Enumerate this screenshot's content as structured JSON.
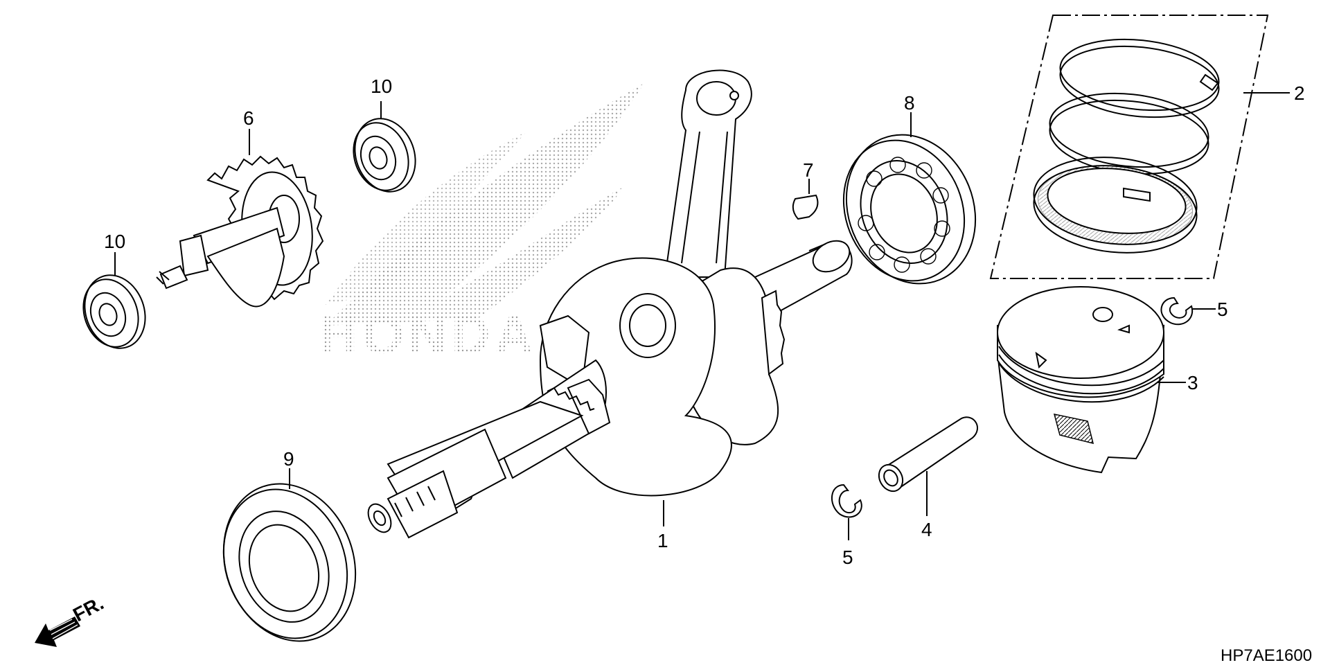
{
  "callouts": {
    "p1": "1",
    "p2": "2",
    "p3": "3",
    "p4": "4",
    "p5a": "5",
    "p5b": "5",
    "p6": "6",
    "p7": "7",
    "p8": "8",
    "p9": "9",
    "p10a": "10",
    "p10b": "10"
  },
  "diagram_code": "HP7AE1600",
  "front_indicator": "FR.",
  "watermark_text": "HONDA",
  "icons": {
    "front_arrow": "front-direction-arrow-icon",
    "watermark": "honda-wing-logo"
  },
  "colors": {
    "line": "#000000",
    "background": "#ffffff",
    "watermark": "#c9c9c9"
  }
}
